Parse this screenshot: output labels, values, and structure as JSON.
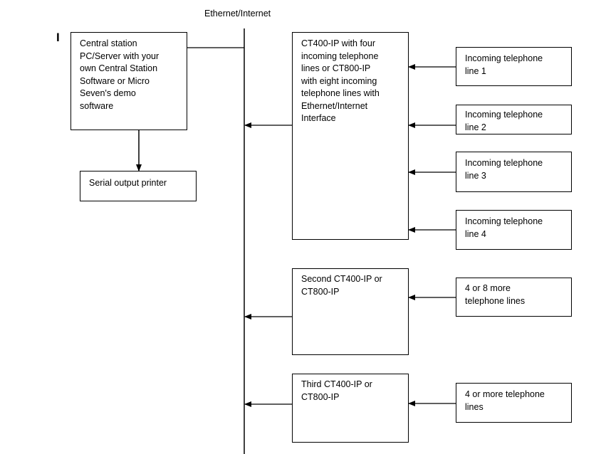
{
  "bus_label": "Ethernet/Internet",
  "corner_mark": "I",
  "central_station": "Central station\nPC/Server with your\nown Central Station\nSoftware or Micro\nSeven's demo\nsoftware",
  "printer": "Serial output printer",
  "receivers": [
    "CT400-IP with four\nincoming telephone\nlines or CT800-IP\nwith eight incoming\ntelephone lines with\nEthernet/Internet\nInterface",
    "Second CT400-IP or\nCT800-IP",
    "Third CT400-IP or\nCT800-IP"
  ],
  "phone_lines": [
    "Incoming telephone\nline 1",
    "Incoming telephone\nline 2",
    "Incoming telephone\nline 3",
    "Incoming telephone\nline 4",
    "4 or 8 more\ntelephone lines",
    "4 or more telephone\nlines"
  ]
}
